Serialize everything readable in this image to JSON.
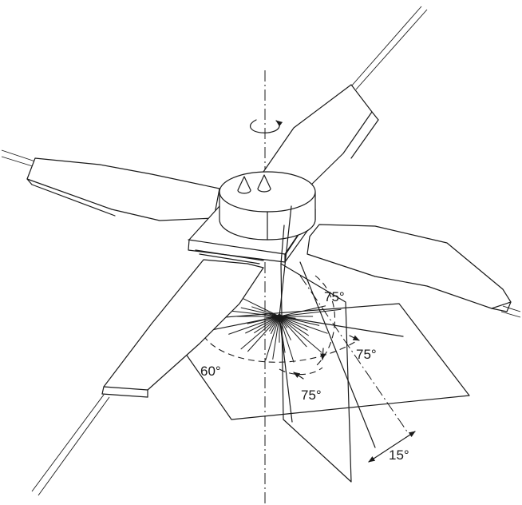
{
  "angles": {
    "vertical_upper": "75°",
    "right_horizontal": "75°",
    "lower": "75°",
    "left_horizontal": "60°",
    "tilt": "15°"
  }
}
